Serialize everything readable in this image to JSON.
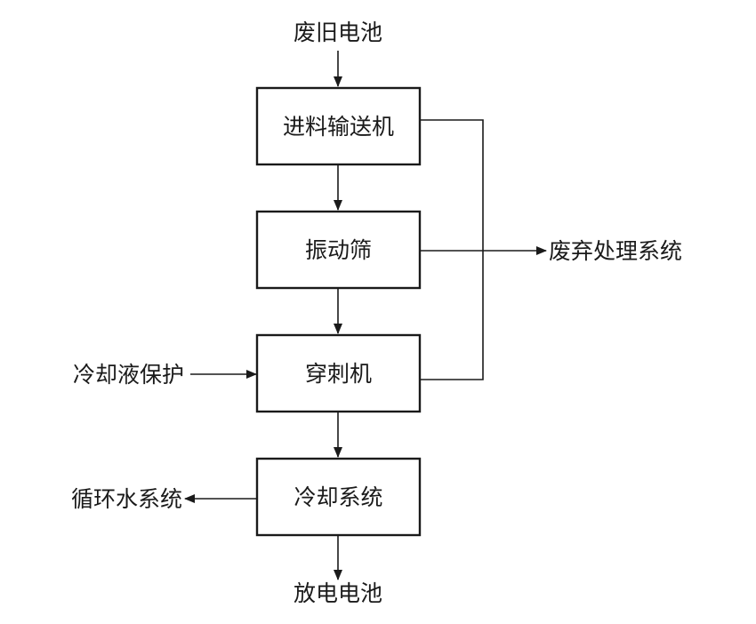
{
  "flow": {
    "input": "废旧电池",
    "output": "放电电池",
    "steps": {
      "feeder": "进料输送机",
      "screen": "振动筛",
      "piercer": "穿刺机",
      "cooling": "冷却系统"
    },
    "side": {
      "waste": "废弃处理系统",
      "coolant": "冷却液保护",
      "water": "循环水系统"
    }
  }
}
